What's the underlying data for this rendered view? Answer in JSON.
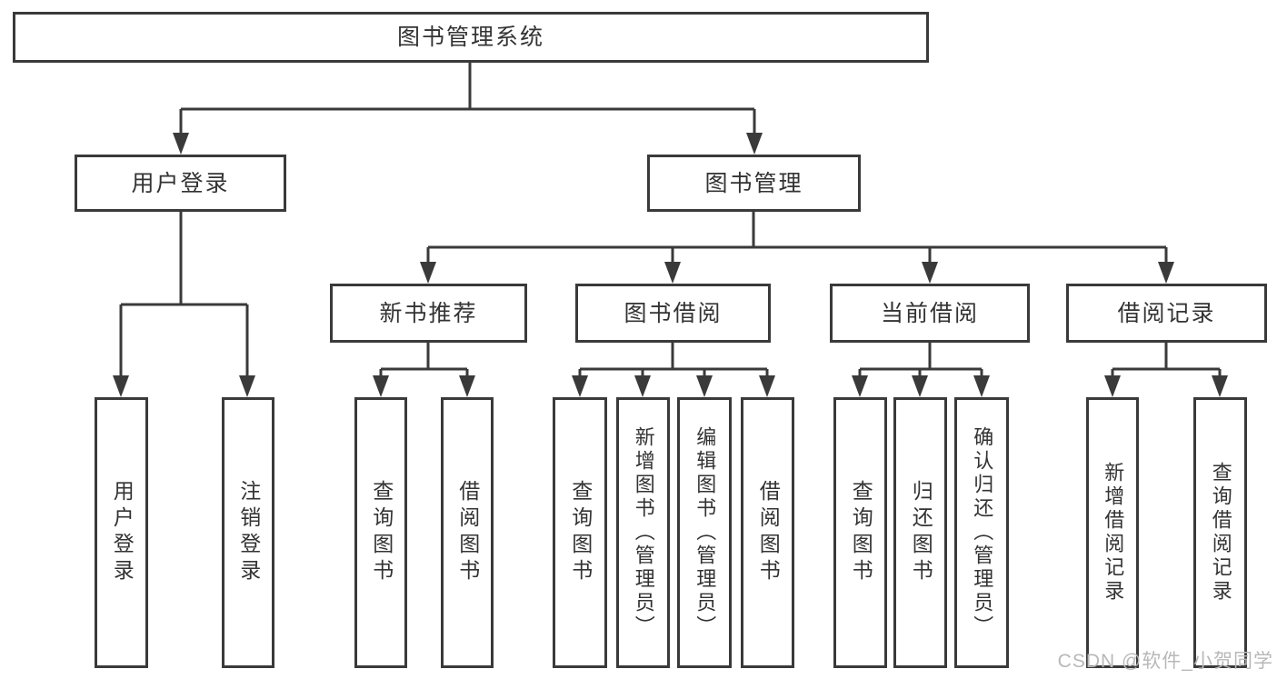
{
  "diagram_title": "图书管理系统",
  "tree": {
    "label": "图书管理系统",
    "children": [
      {
        "label": "用户登录",
        "children": [
          {
            "label": "用户登录"
          },
          {
            "label": "注销登录"
          }
        ]
      },
      {
        "label": "图书管理",
        "children": [
          {
            "label": "新书推荐",
            "children": [
              {
                "label": "查询图书"
              },
              {
                "label": "借阅图书"
              }
            ]
          },
          {
            "label": "图书借阅",
            "children": [
              {
                "label": "查询图书"
              },
              {
                "label": "新增图书（管理员）"
              },
              {
                "label": "编辑图书（管理员）"
              },
              {
                "label": "借阅图书"
              }
            ]
          },
          {
            "label": "当前借阅",
            "children": [
              {
                "label": "查询图书"
              },
              {
                "label": "归还图书"
              },
              {
                "label": "确认归还（管理员）"
              }
            ]
          },
          {
            "label": "借阅记录",
            "children": [
              {
                "label": "新增借阅记录"
              },
              {
                "label": "查询借阅记录"
              }
            ]
          }
        ]
      }
    ]
  },
  "watermark": {
    "text": "CSDN @软件_小贺同学"
  },
  "colors": {
    "line": "#3a3a3a",
    "text": "#333333",
    "background": "#ffffff",
    "watermark": "#b8b8b8"
  }
}
